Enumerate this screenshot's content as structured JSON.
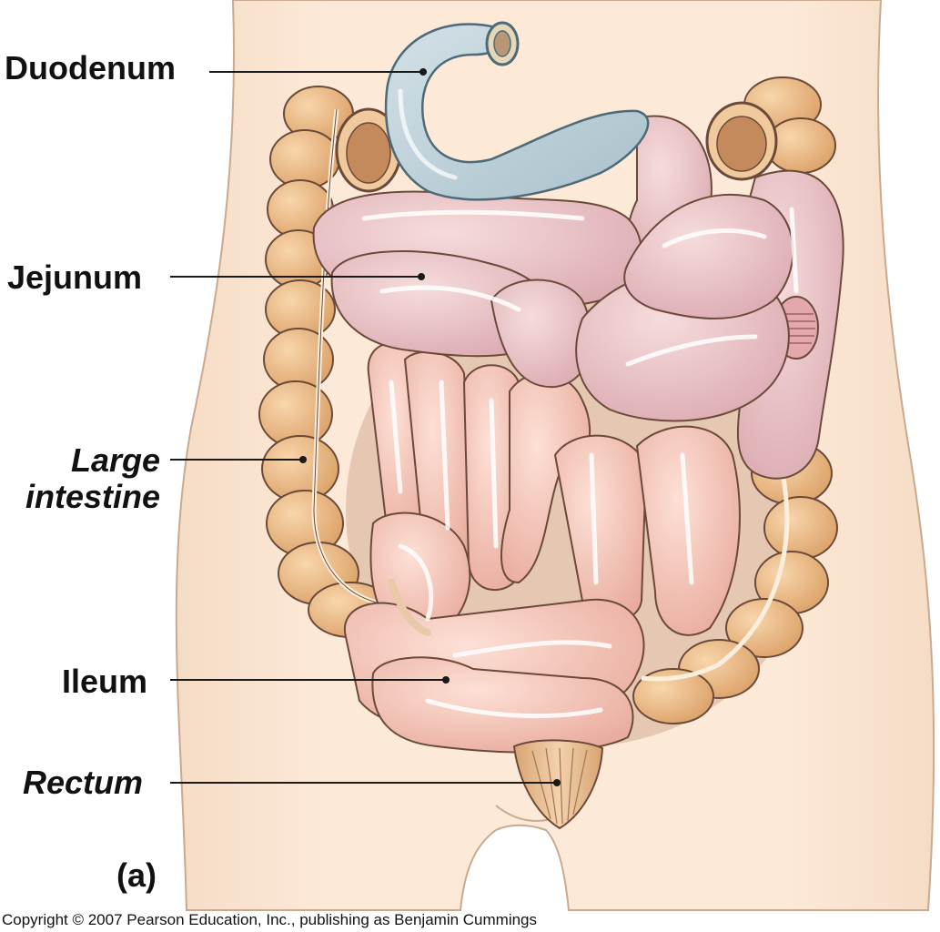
{
  "labels": {
    "duodenum": "Duodenum",
    "jejunum": "Jejunum",
    "large_intestine_line1": "Large",
    "large_intestine_line2": "intestine",
    "ileum": "Ileum",
    "rectum": "Rectum"
  },
  "panel_letter": "(a)",
  "copyright": "Copyright © 2007 Pearson Education, Inc., publishing as Benjamin Cummings",
  "colors": {
    "skin": "#fce6d2",
    "skin_shadow": "#f3d3b8",
    "duodenum_blue": "#bcd0d9",
    "jejunum_mauve": "#e8c0c4",
    "ileum_pink": "#f2c2b4",
    "large_intestine_tan": "#eebc86",
    "rectum_tan": "#e9c296",
    "outline": "#6b4a3a"
  }
}
